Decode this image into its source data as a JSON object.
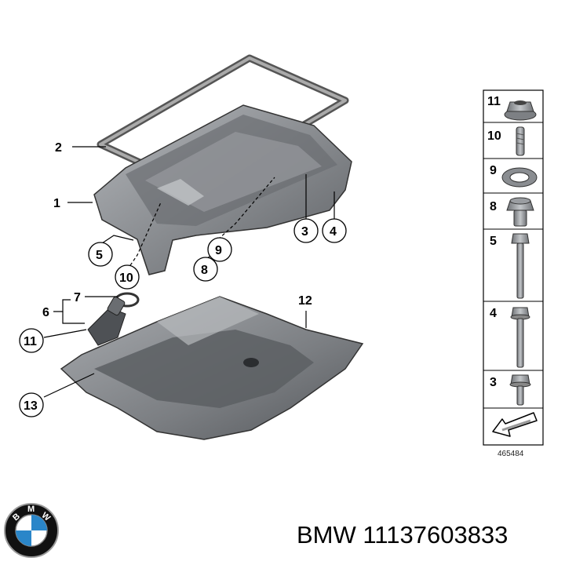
{
  "callouts": [
    {
      "id": "2",
      "label": "2"
    },
    {
      "id": "1",
      "label": "1"
    },
    {
      "id": "3",
      "label": "3"
    },
    {
      "id": "4",
      "label": "4"
    },
    {
      "id": "5",
      "label": "5"
    },
    {
      "id": "9",
      "label": "9"
    },
    {
      "id": "8",
      "label": "8"
    },
    {
      "id": "10",
      "label": "10"
    },
    {
      "id": "7",
      "label": "7"
    },
    {
      "id": "6",
      "label": "6"
    },
    {
      "id": "11",
      "label": "11"
    },
    {
      "id": "12",
      "label": "12"
    },
    {
      "id": "13",
      "label": "13"
    }
  ],
  "legend": {
    "items": [
      {
        "label": "11",
        "part": "flange-nut-icon"
      },
      {
        "label": "10",
        "part": "stud-bolt-icon"
      },
      {
        "label": "9",
        "part": "seal-ring-icon"
      },
      {
        "label": "8",
        "part": "drain-plug-icon"
      },
      {
        "label": "5",
        "part": "long-bolt-icon"
      },
      {
        "label": "4",
        "part": "medium-bolt-icon"
      },
      {
        "label": "3",
        "part": "short-bolt-icon"
      }
    ],
    "reference_code": "465484"
  },
  "brand": {
    "label": "BMW 11137603833",
    "logo_text": "BMW"
  },
  "colors": {
    "part_dark": "#5f6266",
    "part_mid": "#8a8d91",
    "part_light": "#b3b6ba",
    "line": "#000000"
  }
}
